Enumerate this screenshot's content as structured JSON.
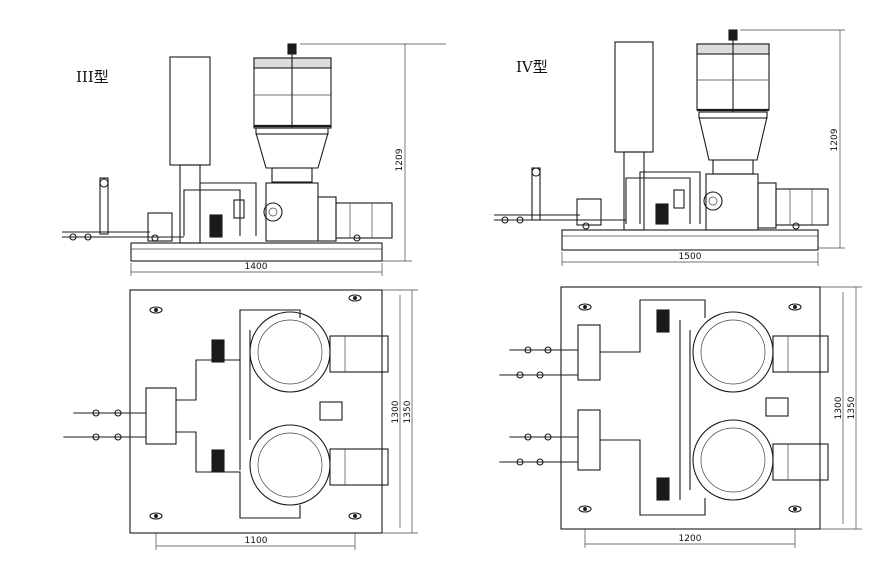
{
  "views": {
    "type3": {
      "title": "III型",
      "dim_height": "1209",
      "dim_length": "1400",
      "dim_plan_width": "1100",
      "dim_plan_inner": "1300",
      "dim_plan_outer": "1350"
    },
    "type4": {
      "title": "IV型",
      "dim_height": "1209",
      "dim_length": "1500",
      "dim_plan_width": "1200",
      "dim_plan_inner": "1300",
      "dim_plan_outer": "1350"
    }
  }
}
